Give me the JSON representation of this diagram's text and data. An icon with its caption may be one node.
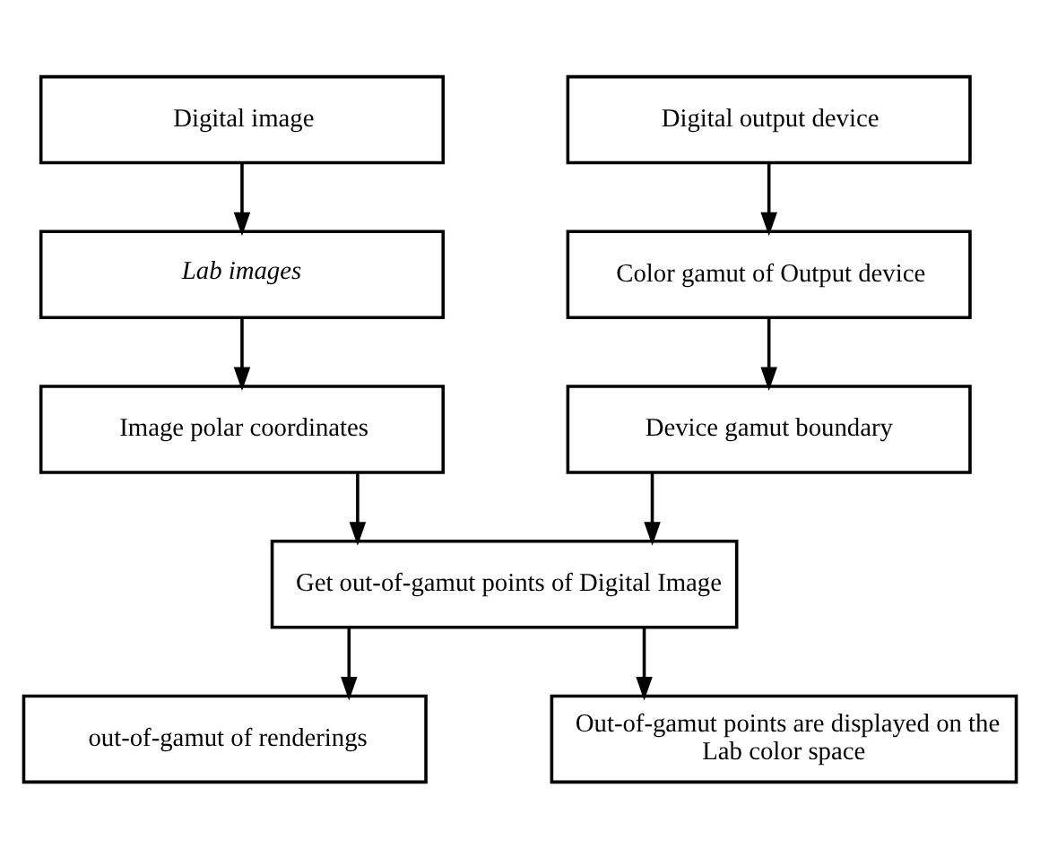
{
  "diagram": {
    "nodes": [
      {
        "text": [
          "Digital image"
        ]
      },
      {
        "text": [
          "Lab images"
        ]
      },
      {
        "text": [
          "Image polar coordinates"
        ]
      },
      {
        "text": [
          "Digital output device"
        ]
      },
      {
        "text": [
          "Color gamut of Output device"
        ]
      },
      {
        "text": [
          "Device gamut boundary"
        ]
      },
      {
        "text": [
          "Get out-of-gamut points of Digital Image"
        ]
      },
      {
        "text": [
          "out-of-gamut of renderings"
        ]
      },
      {
        "text": [
          "Out-of-gamut points are displayed on the Lab color space"
        ]
      }
    ],
    "edges": [
      {
        "from": 0,
        "to": 1,
        "arrow": "to"
      },
      {
        "from": 1,
        "to": 2,
        "arrow": "to"
      },
      {
        "from": 3,
        "to": 4,
        "arrow": "to"
      },
      {
        "from": 4,
        "to": 5,
        "arrow": "to"
      },
      {
        "from": 2,
        "to": 6,
        "arrow": "to"
      },
      {
        "from": 5,
        "to": 6,
        "arrow": "to"
      },
      {
        "from": 6,
        "to": 7,
        "arrow": "to"
      },
      {
        "from": 6,
        "to": 8,
        "arrow": "to"
      }
    ]
  }
}
